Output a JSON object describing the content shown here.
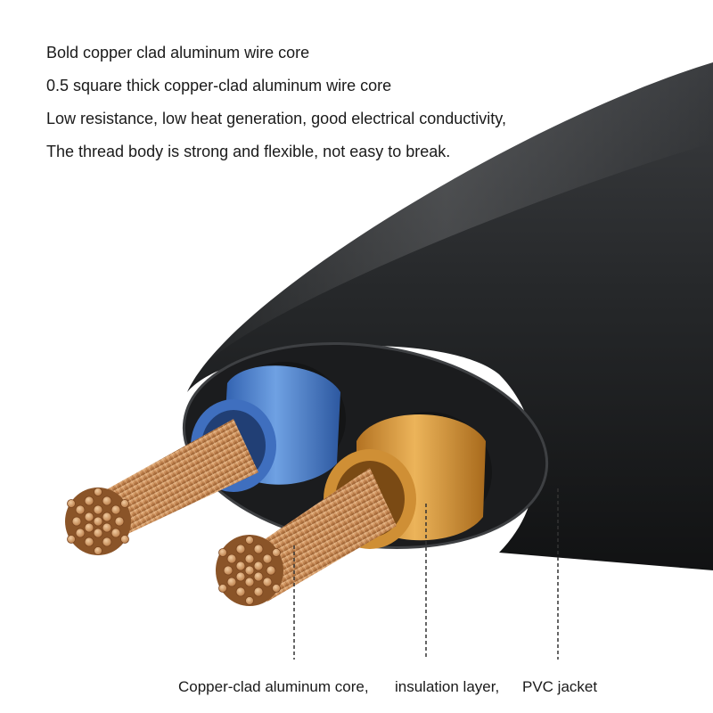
{
  "features": [
    "Bold copper clad aluminum wire core",
    "0.5 square thick copper-clad aluminum wire core",
    "Low resistance, low heat generation, good electrical conductivity,",
    "The thread body is strong and flexible, not easy to break."
  ],
  "callouts": {
    "core": "Copper-clad aluminum core,",
    "insulation": "insulation layer,",
    "jacket": "PVC jacket"
  },
  "colors": {
    "jacket": "#222426",
    "blue_insulation": "#4a7fc8",
    "orange_insulation": "#d89a3a",
    "copper": "#c98a55"
  }
}
